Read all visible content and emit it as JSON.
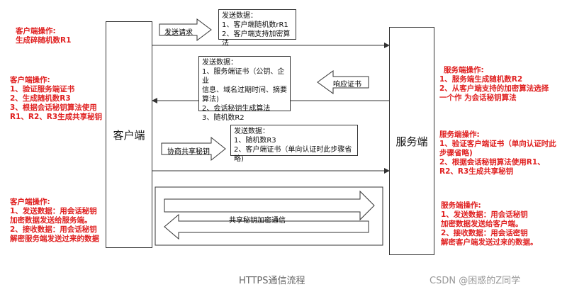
{
  "client_label": "客户端",
  "server_label": "服务端",
  "client_notes": {
    "n1": {
      "title": "客户端操作:",
      "lines": [
        "生成碎随机数R1"
      ]
    },
    "n2": {
      "title": "客户端操作:",
      "lines": [
        "1、验证服务端证书",
        "2、生成随机数R3",
        "3、根据会话秘钥算法使用",
        "R1、R2、R3生成共享秘钥"
      ]
    },
    "n3": {
      "title": "客户端操作:",
      "lines": [
        "1、发送数据：用会话秘钥",
        "加密数据发送给服务端。",
        "2、接收数据：用会话秘钥",
        "解密服务端发送过来的数据"
      ]
    }
  },
  "server_notes": {
    "n1": {
      "title": "服务端操作:",
      "lines": [
        "1、服务端生成随机数R2",
        "2、从客户端支持的加密算法选择",
        "一个作 为会话秘钥算法"
      ]
    },
    "n2": {
      "title": "服务端操作:",
      "lines": [
        "1、验证客户端证书（单向认证时此",
        "步骤省略)",
        "2、根据会话秘钥算法使用R1、",
        "R2、R3生成共享秘钥"
      ]
    },
    "n3": {
      "title": "服务端操作:",
      "lines": [
        "1、发送数据：用会话秘钥",
        "加密数据发送给客户端。",
        "2、接收数据：用会话密钥",
        "解密客户端发送过来的数据。"
      ]
    }
  },
  "messages": {
    "m1": {
      "title": "发送数据：",
      "lines": [
        "1、客户端随机数rR1",
        "2、客户端支持加密算法"
      ]
    },
    "m2": {
      "title": "发送数据：",
      "lines": [
        "1、服务端证书（公钥、企业",
        "信息、域名过期时间、摘要",
        "算法)",
        "2、会话秘钥生成算法",
        "3、随机数R2"
      ]
    },
    "m3": {
      "title": "发送数据：",
      "lines": [
        "1、随机数R3",
        "2、客户端证书（单向认证时此步骤省略)"
      ]
    }
  },
  "arrow_labels": {
    "send_request": "发送请求",
    "response_cert": "响应证书",
    "negotiate_key": "协商共享秘钥",
    "shared_comm": "共享秘钥加密通信"
  },
  "caption": "HTTPS通信流程",
  "watermark": "CSDN @困惑的Z同学"
}
